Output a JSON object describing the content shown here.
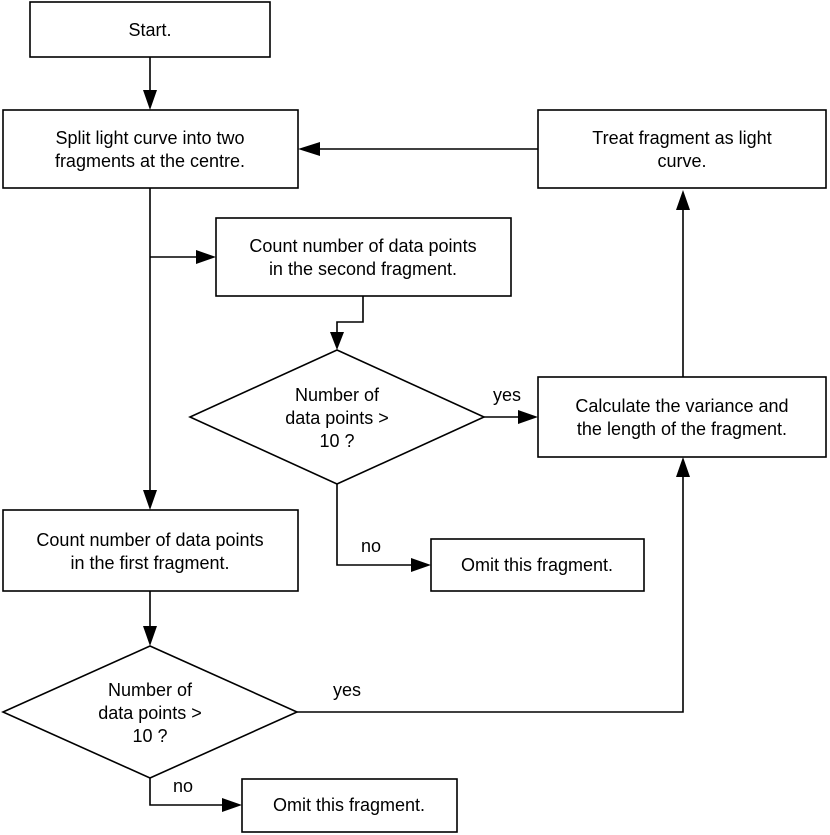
{
  "nodes": {
    "start": "Start.",
    "split": [
      "Split light curve into two",
      "fragments at the centre."
    ],
    "treat": [
      "Treat fragment as light",
      "curve."
    ],
    "count_second": [
      "Count number of data points",
      "in the second fragment."
    ],
    "decision_second": [
      "Number of",
      "data points >",
      "10 ?"
    ],
    "calculate": [
      "Calculate the variance and",
      "the length of the fragment."
    ],
    "omit_second": "Omit this fragment.",
    "count_first": [
      "Count number of data points",
      "in the first fragment."
    ],
    "decision_first": [
      "Number of",
      "data points >",
      "10 ?"
    ],
    "omit_first": "Omit this fragment."
  },
  "edge_labels": {
    "yes_second": "yes",
    "no_second": "no",
    "yes_first": "yes",
    "no_first": "no"
  }
}
